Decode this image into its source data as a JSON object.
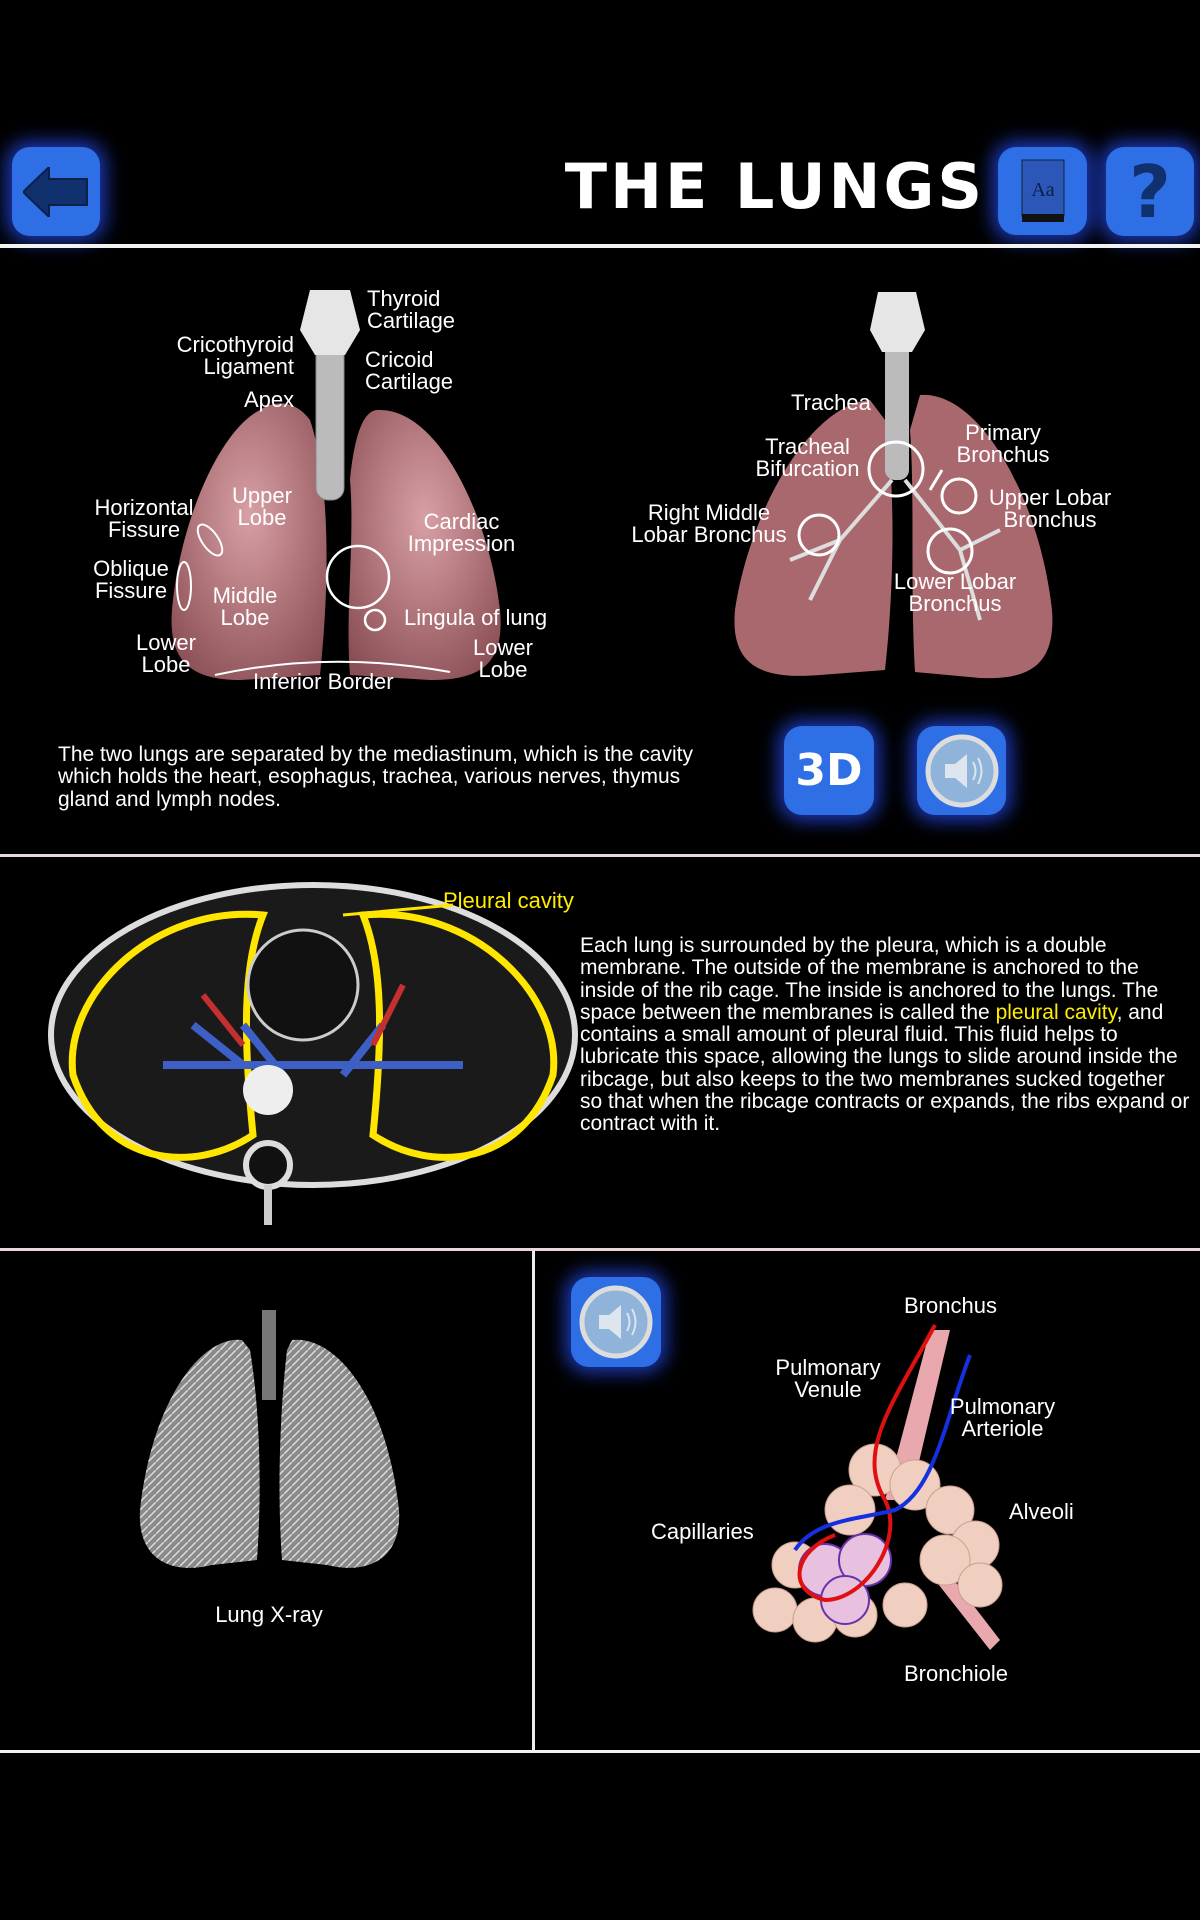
{
  "header": {
    "title": "THE LUNGS",
    "back_icon": "arrow-left-icon",
    "dictionary_icon": "book-aa-icon",
    "help_label": "?",
    "accent": "#2f6fe6"
  },
  "section1": {
    "front_labels": {
      "thyroid": "Thyroid\nCartilage",
      "cricothyroid": "Cricothyroid\nLigament",
      "cricoid": "Cricoid\nCartilage",
      "apex": "Apex",
      "upper_lobe": "Upper\nLobe",
      "horizontal": "Horizontal\nFissure",
      "cardiac": "Cardiac\nImpression",
      "oblique": "Oblique\nFissure",
      "middle_lobe": "Middle\nLobe",
      "lingula": "Lingula of lung",
      "lower_left": "Lower\nLobe",
      "lower_right": "Lower\nLobe",
      "inferior": "Inferior Border"
    },
    "bronchi_labels": {
      "trachea": "Trachea",
      "bifurcation": "Tracheal\nBifurcation",
      "primary": "Primary\nBronchus",
      "upper_lobar": "Upper Lobar\nBronchus",
      "right_middle": "Right Middle\nLobar Bronchus",
      "lower_lobar": "Lower Lobar\nBronchus"
    },
    "description": "The two lungs are separated by the mediastinum, which is the cavity which holds the heart, esophagus, trachea, various nerves, thymus gland and lymph nodes.",
    "btn_3d": "3D",
    "sound_icon": "speaker-icon"
  },
  "section2": {
    "pleural_label": "Pleural cavity",
    "text_before": "Each lung is surrounded by the pleura, which is a double membrane. The outside of the membrane is anchored to the inside of the rib cage. The inside is anchored to the lungs.  The space between the membranes is called the ",
    "highlight": "pleural cavity",
    "text_after": ", and contains a small amount of pleural fluid. This fluid helps to lubricate this space, allowing the lungs to slide around inside the ribcage, but also keeps to the two membranes sucked together so that when the ribcage contracts or expands, the ribs expand or contract with it.",
    "highlight_color": "#ffee00"
  },
  "section3": {
    "xray_caption": "Lung X-ray",
    "alveoli_labels": {
      "bronchus": "Bronchus",
      "venule": "Pulmonary\nVenule",
      "arteriole": "Pulmonary\nArteriole",
      "alveoli": "Alveoli",
      "capillaries": "Capillaries",
      "bronchiole": "Bronchiole"
    }
  }
}
